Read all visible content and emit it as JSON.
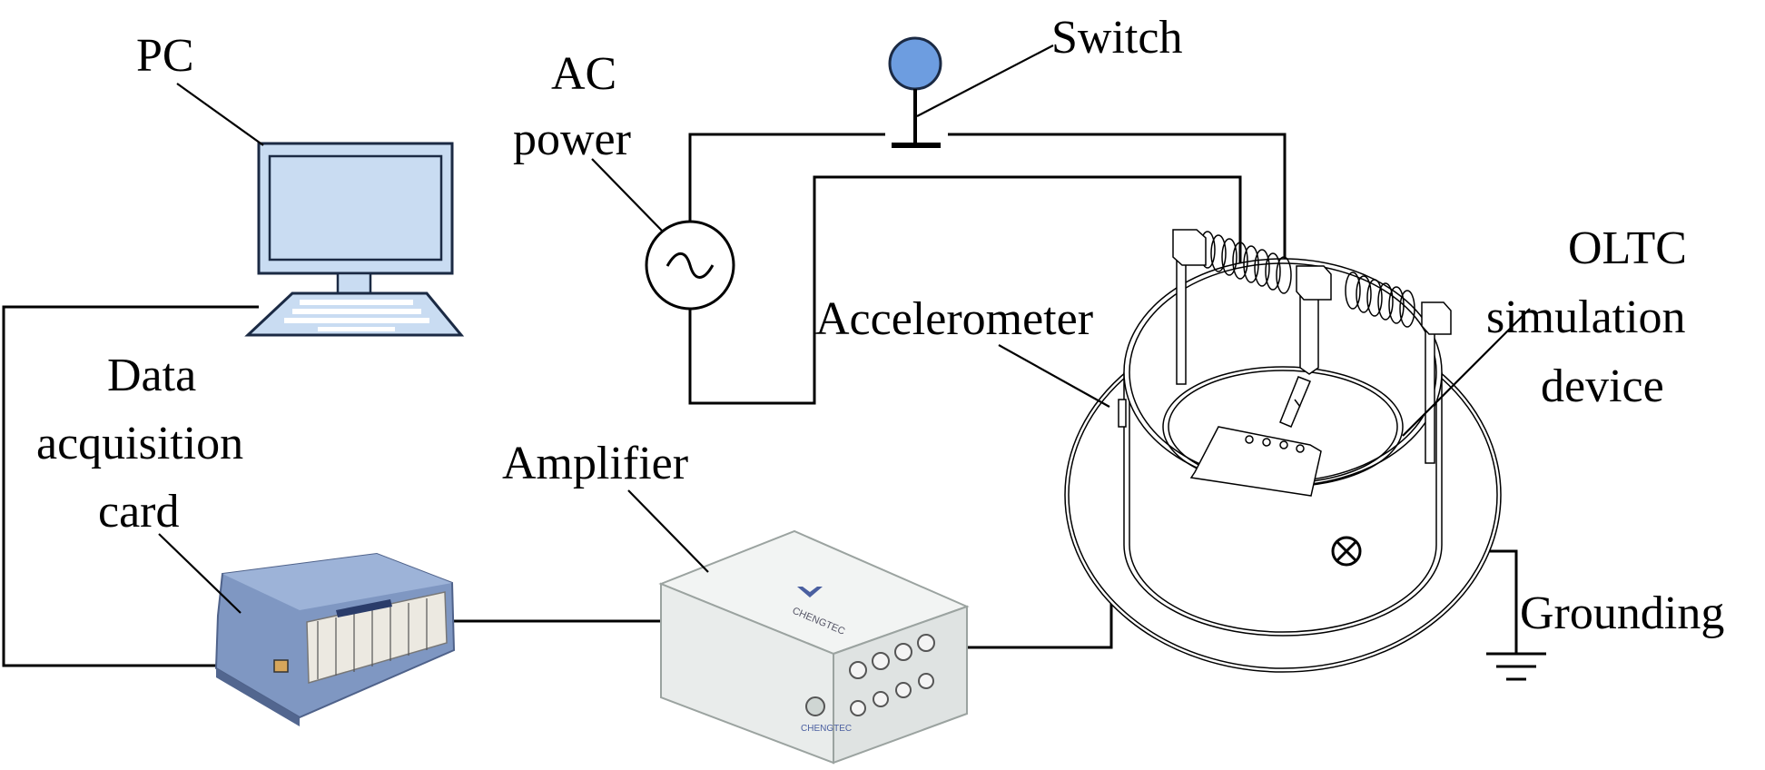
{
  "labels": {
    "pc": "PC",
    "ac_power": [
      "AC",
      "power"
    ],
    "switch": "Switch",
    "accelerometer": "Accelerometer",
    "oltc": [
      "OLTC",
      "simulation",
      "device"
    ],
    "daq": [
      "Data",
      "acquisition",
      "card"
    ],
    "amplifier": "Amplifier",
    "grounding": "Grounding"
  },
  "device_brand": "CHENGTEC",
  "colors": {
    "monitor_fill": "#c9dcf2",
    "monitor_stroke": "#1b2a44",
    "switch_knob": "#6d9de0",
    "daq_body": "#7f97c2",
    "amp_body": "#e9eceb"
  },
  "icons": [
    "pc-icon",
    "ac-source-icon",
    "switch-icon",
    "daq-card-icon",
    "amplifier-icon",
    "oltc-device-icon",
    "ground-icon"
  ]
}
